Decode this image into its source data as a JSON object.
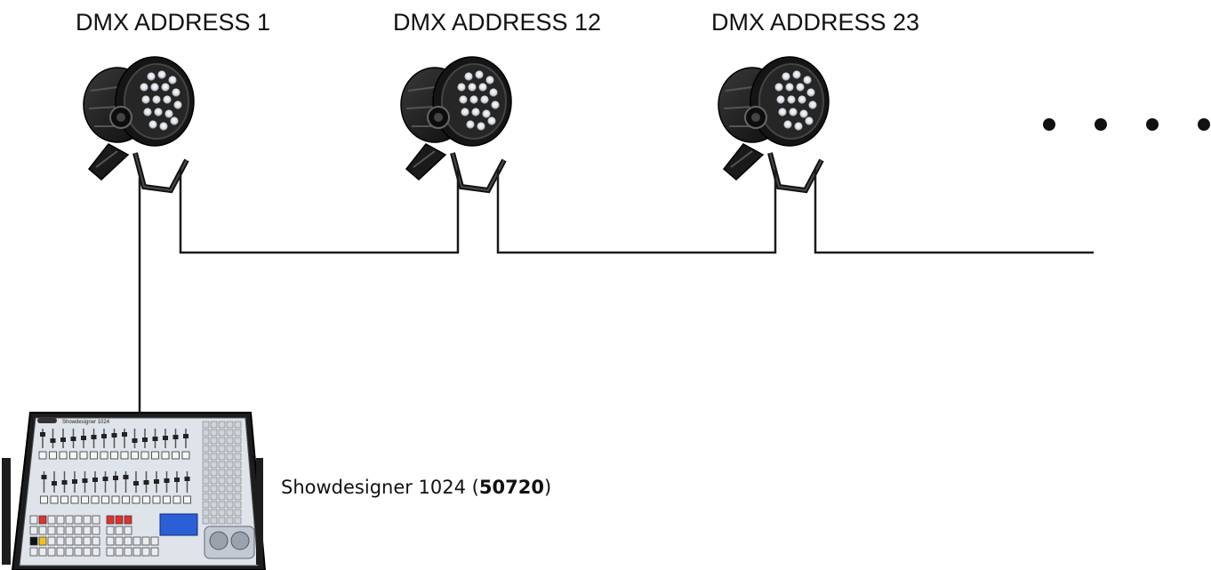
{
  "fixtures": [
    {
      "label": "DMX ADDRESS 1"
    },
    {
      "label": "DMX ADDRESS 12"
    },
    {
      "label": "DMX ADDRESS 23"
    }
  ],
  "continuation": "• • • •",
  "console": {
    "label_prefix": "Showdesigner 1024 (",
    "label_number": "50720",
    "label_suffix": ")",
    "panel_text": "Showdesigner 1024"
  },
  "colors": {
    "cable": "#1a1a1a",
    "fixture_body": "#1c1c1c",
    "console_body": "#dfe3ea",
    "console_display": "#2a5fd6",
    "key_red": "#e23030",
    "key_yellow": "#f2c21b"
  }
}
